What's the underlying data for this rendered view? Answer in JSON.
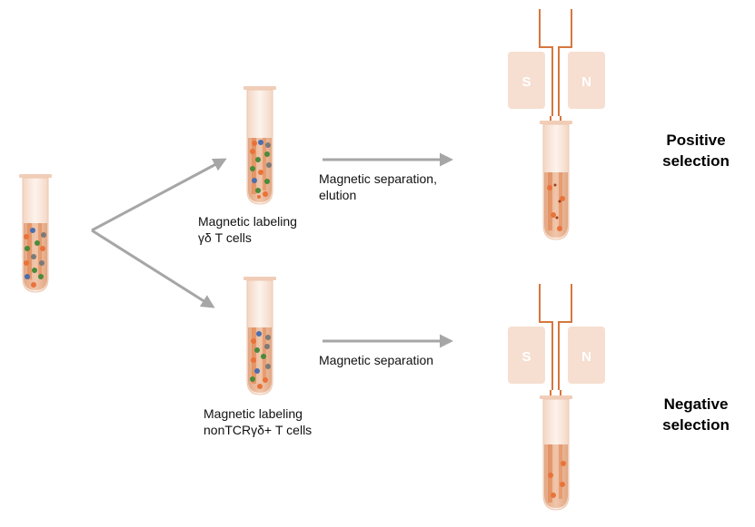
{
  "labels": {
    "labeling_gd": [
      "Magnetic labeling",
      "γδ T cells"
    ],
    "labeling_non": [
      "Magnetic labeling",
      "nonTCRγδ+ T cells"
    ],
    "separation_elution": [
      "Magnetic separation,",
      "elution"
    ],
    "separation": "Magnetic separation",
    "positive": [
      "Positive",
      "selection"
    ],
    "negative": [
      "Negative",
      "selection"
    ]
  },
  "magnet": {
    "south": "S",
    "north": "N"
  },
  "colors": {
    "tube_liquid": "#e9b89a",
    "tube_glass": "#f7e3d6",
    "accent_orange": "#e27a3f",
    "cell_green": "#4a8a3c",
    "cell_blue": "#4a6fb0",
    "cell_gray": "#7c7a78",
    "cell_orange": "#e8733a",
    "magnet_fill": "#f6dfd1",
    "arrow": "#a6a6a6"
  }
}
